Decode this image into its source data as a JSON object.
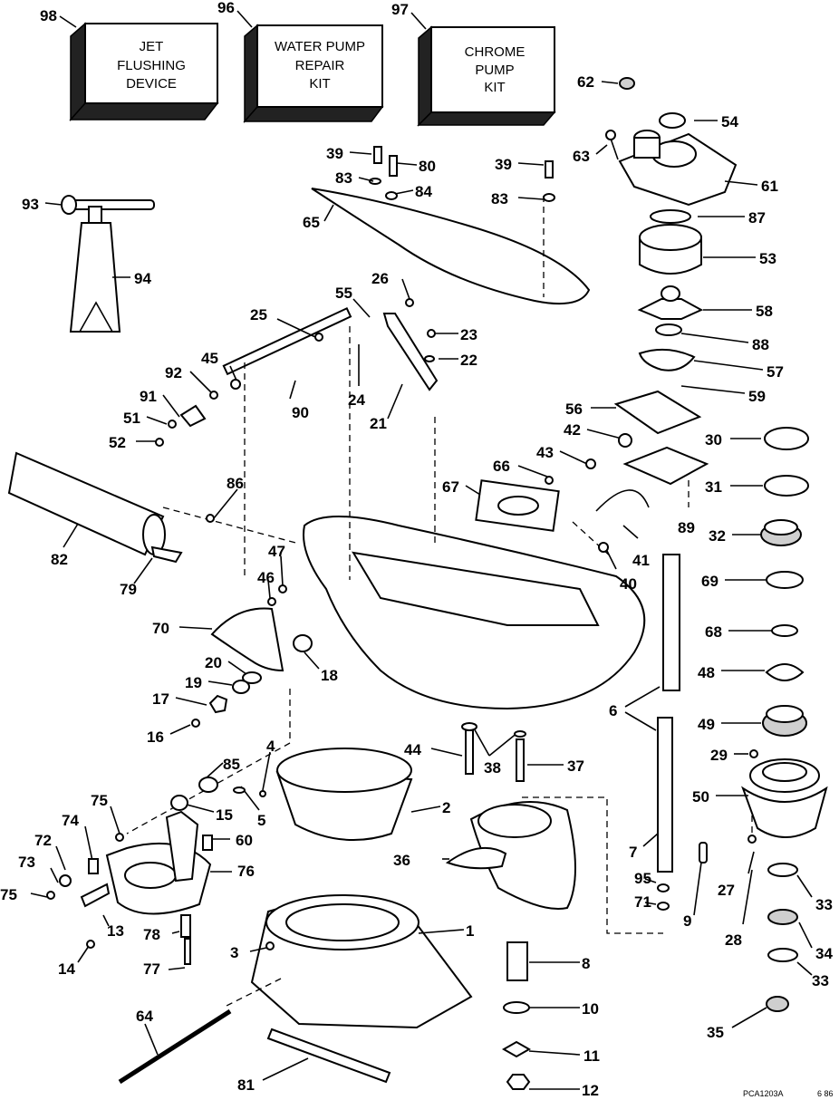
{
  "kit_boxes": [
    {
      "number": "98",
      "lines": [
        "JET",
        "FLUSHING",
        "DEVICE"
      ]
    },
    {
      "number": "96",
      "lines": [
        "WATER PUMP",
        "REPAIR",
        "KIT"
      ]
    },
    {
      "number": "97",
      "lines": [
        "CHROME",
        "PUMP",
        "KIT"
      ]
    }
  ],
  "callouts": [
    "62",
    "54",
    "63",
    "61",
    "87",
    "53",
    "58",
    "88",
    "57",
    "59",
    "56",
    "30",
    "42",
    "43",
    "31",
    "66",
    "67",
    "32",
    "89",
    "41",
    "40",
    "69",
    "68",
    "48",
    "6",
    "49",
    "29",
    "50",
    "27",
    "28",
    "33",
    "34",
    "33b",
    "35",
    "95",
    "71",
    "7",
    "9",
    "8",
    "10",
    "11",
    "12",
    "1",
    "2",
    "3",
    "36",
    "37",
    "38",
    "44",
    "39a",
    "80",
    "83a",
    "84",
    "65",
    "39b",
    "83b",
    "26",
    "55",
    "25",
    "23",
    "22",
    "24",
    "21",
    "45",
    "92",
    "91",
    "90",
    "51",
    "52",
    "86",
    "82",
    "79",
    "47",
    "46",
    "70",
    "20",
    "19",
    "18",
    "17",
    "16",
    "85",
    "4",
    "15",
    "5",
    "75a",
    "74",
    "72",
    "73",
    "75b",
    "60",
    "76",
    "13",
    "78",
    "14",
    "77",
    "64",
    "81",
    "93",
    "94"
  ],
  "labels": {
    "c62": "62",
    "c54": "54",
    "c63": "63",
    "c61": "61",
    "c87": "87",
    "c53": "53",
    "c58": "58",
    "c88": "88",
    "c57": "57",
    "c59": "59",
    "c56": "56",
    "c30": "30",
    "c42": "42",
    "c43": "43",
    "c31": "31",
    "c66": "66",
    "c67": "67",
    "c32": "32",
    "c89": "89",
    "c41": "41",
    "c40": "40",
    "c69": "69",
    "c68": "68",
    "c48": "48",
    "c6": "6",
    "c49": "49",
    "c29": "29",
    "c50": "50",
    "c27": "27",
    "c28": "28",
    "c33a": "33",
    "c34": "34",
    "c33b": "33",
    "c35": "35",
    "c95": "95",
    "c71": "71",
    "c7": "7",
    "c9": "9",
    "c8": "8",
    "c10": "10",
    "c11": "11",
    "c12": "12",
    "c1": "1",
    "c2": "2",
    "c3": "3",
    "c36": "36",
    "c37": "37",
    "c38": "38",
    "c44": "44",
    "c39a": "39",
    "c80": "80",
    "c83a": "83",
    "c84": "84",
    "c65": "65",
    "c39b": "39",
    "c83b": "83",
    "c26": "26",
    "c55": "55",
    "c25": "25",
    "c23": "23",
    "c22": "22",
    "c24": "24",
    "c21": "21",
    "c45": "45",
    "c92": "92",
    "c91": "91",
    "c90": "90",
    "c51": "51",
    "c52": "52",
    "c86": "86",
    "c82": "82",
    "c79": "79",
    "c47": "47",
    "c46": "46",
    "c70": "70",
    "c20": "20",
    "c19": "19",
    "c18": "18",
    "c17": "17",
    "c16": "16",
    "c85": "85",
    "c4": "4",
    "c15": "15",
    "c5": "5",
    "c75a": "75",
    "c74": "74",
    "c72": "72",
    "c73": "73",
    "c75b": "75",
    "c60": "60",
    "c76": "76",
    "c13": "13",
    "c78": "78",
    "c14": "14",
    "c77": "77",
    "c64": "64",
    "c81": "81",
    "c93": "93",
    "c94": "94"
  },
  "footer": {
    "code": "PCA1203A",
    "date": "6 86"
  }
}
